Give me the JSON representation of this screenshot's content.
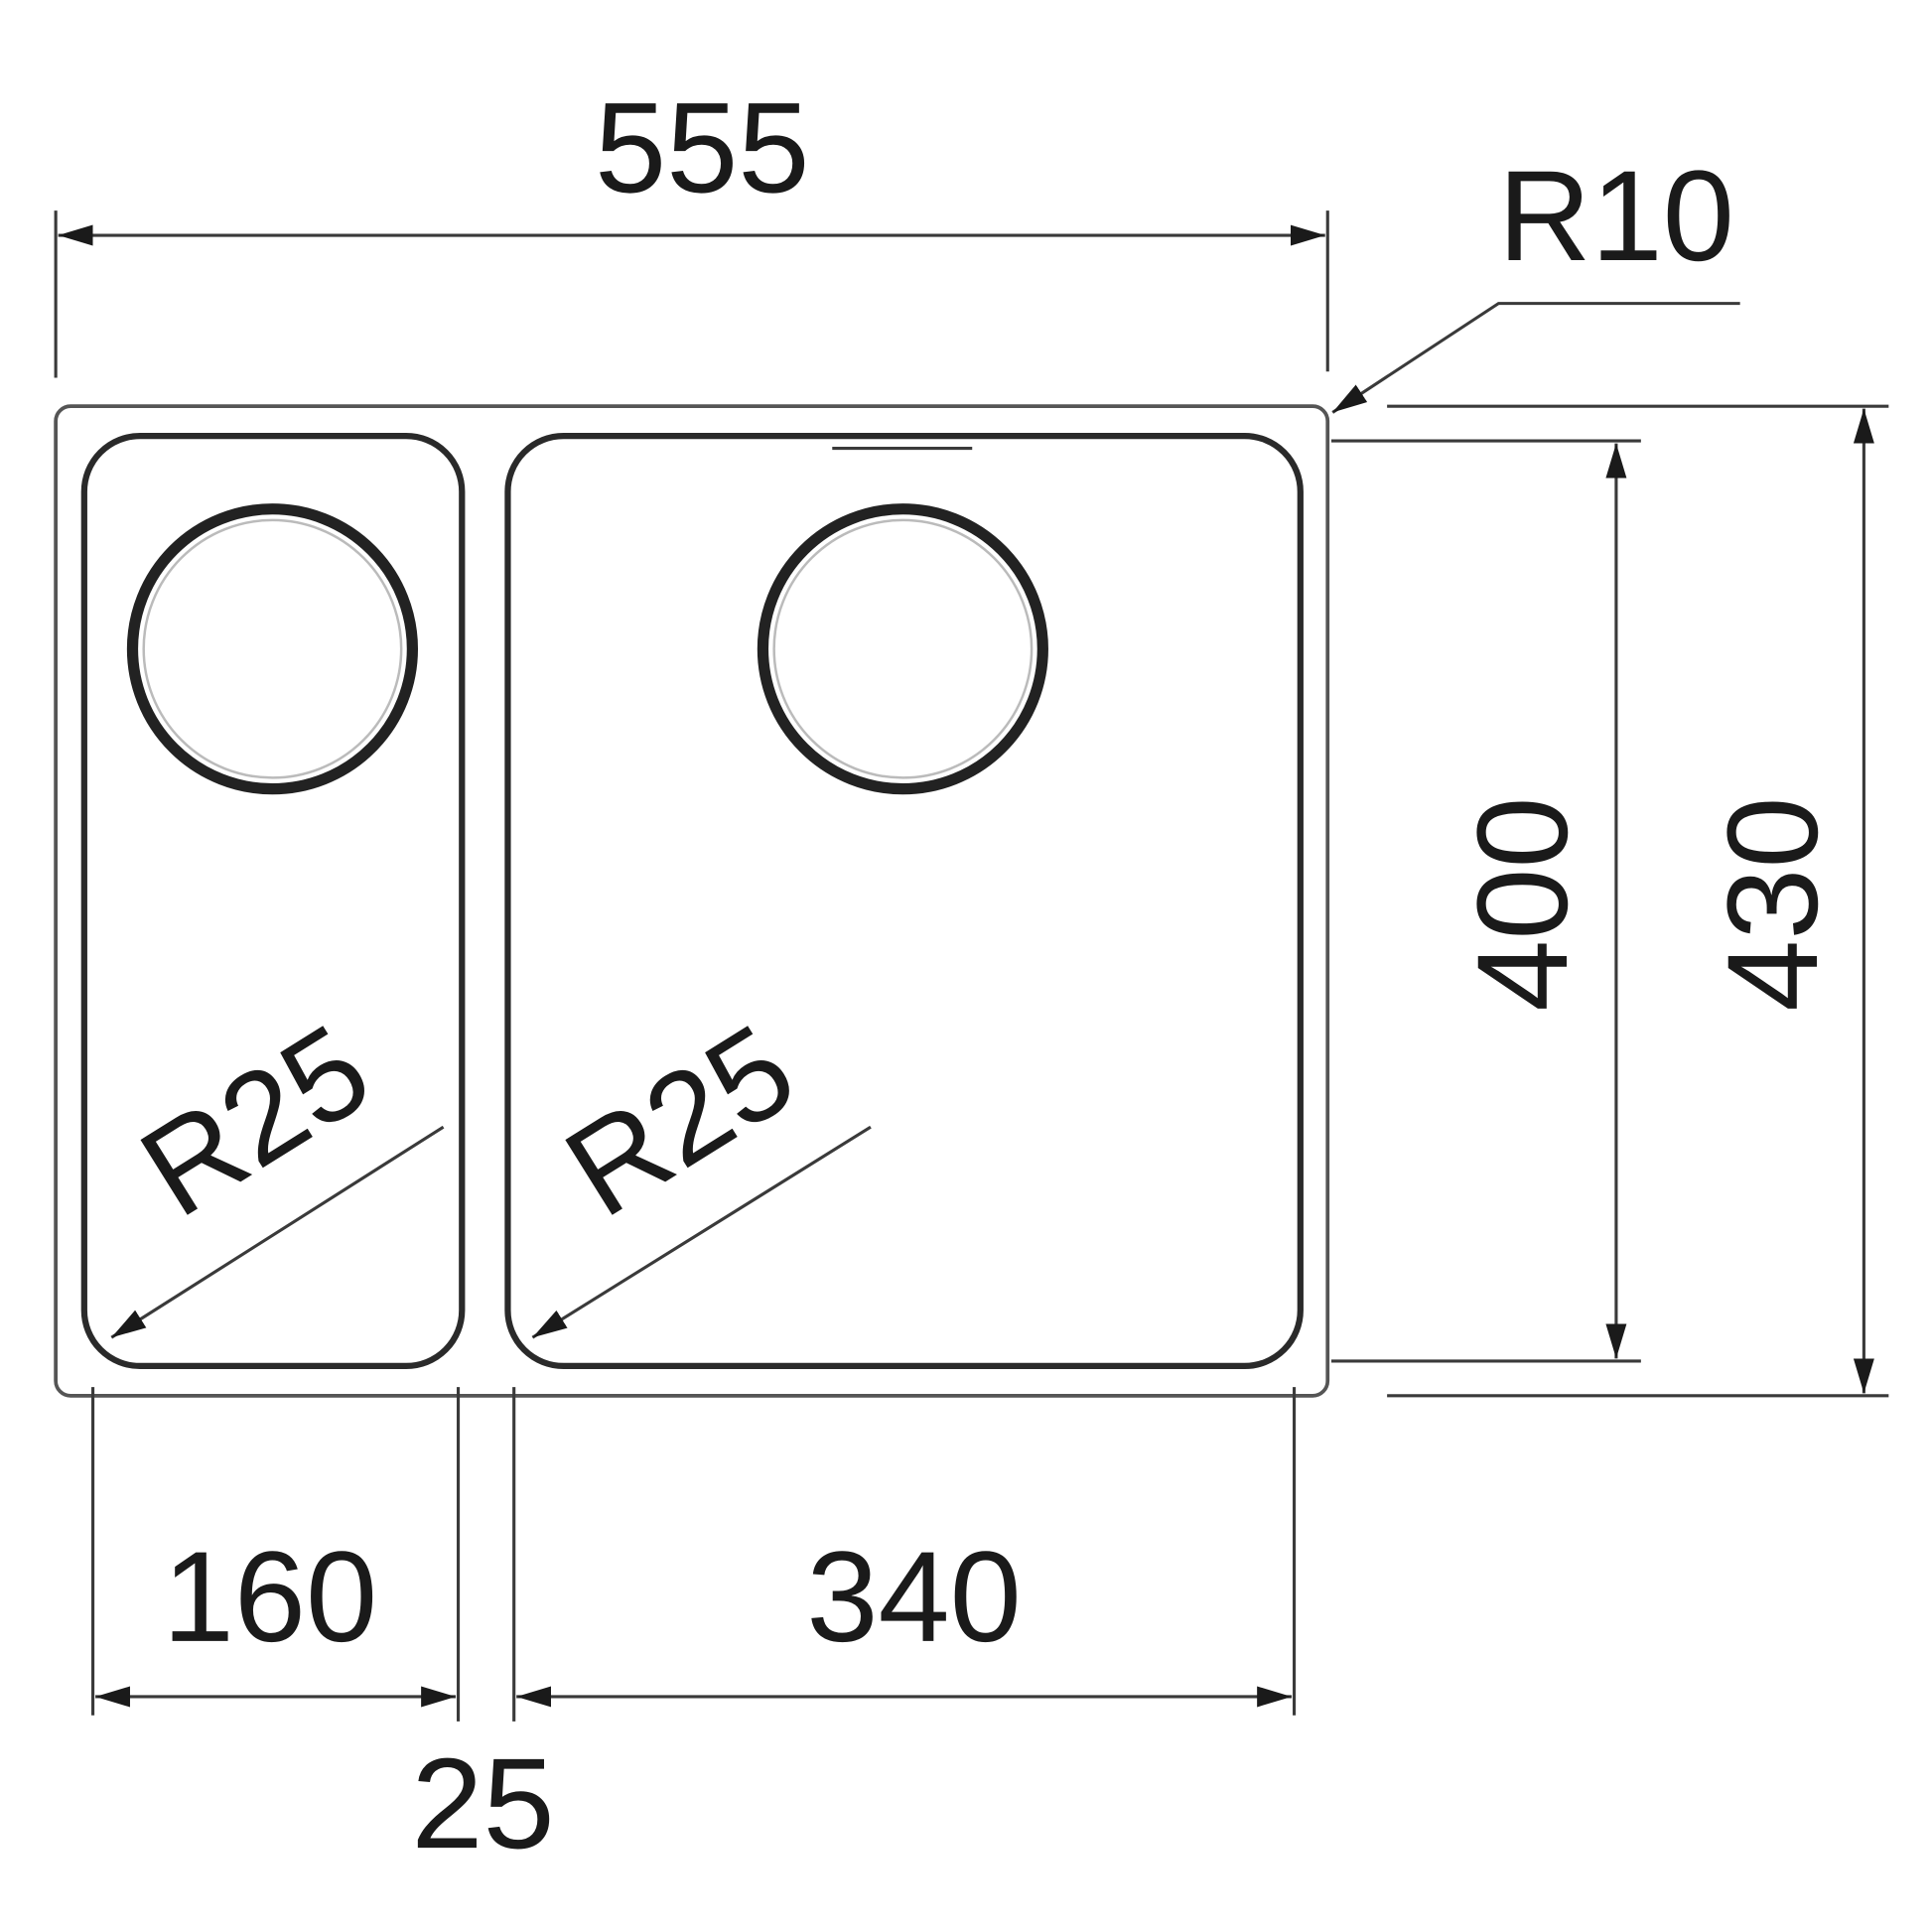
{
  "drawing": {
    "overall_width": "555",
    "corner_radius_outer": "R10",
    "height_inner": "400",
    "height_outer": "430",
    "left_bowl_width": "160",
    "right_bowl_width": "340",
    "divider_width": "25",
    "left_bowl_radius": "R25",
    "right_bowl_radius": "R25"
  }
}
